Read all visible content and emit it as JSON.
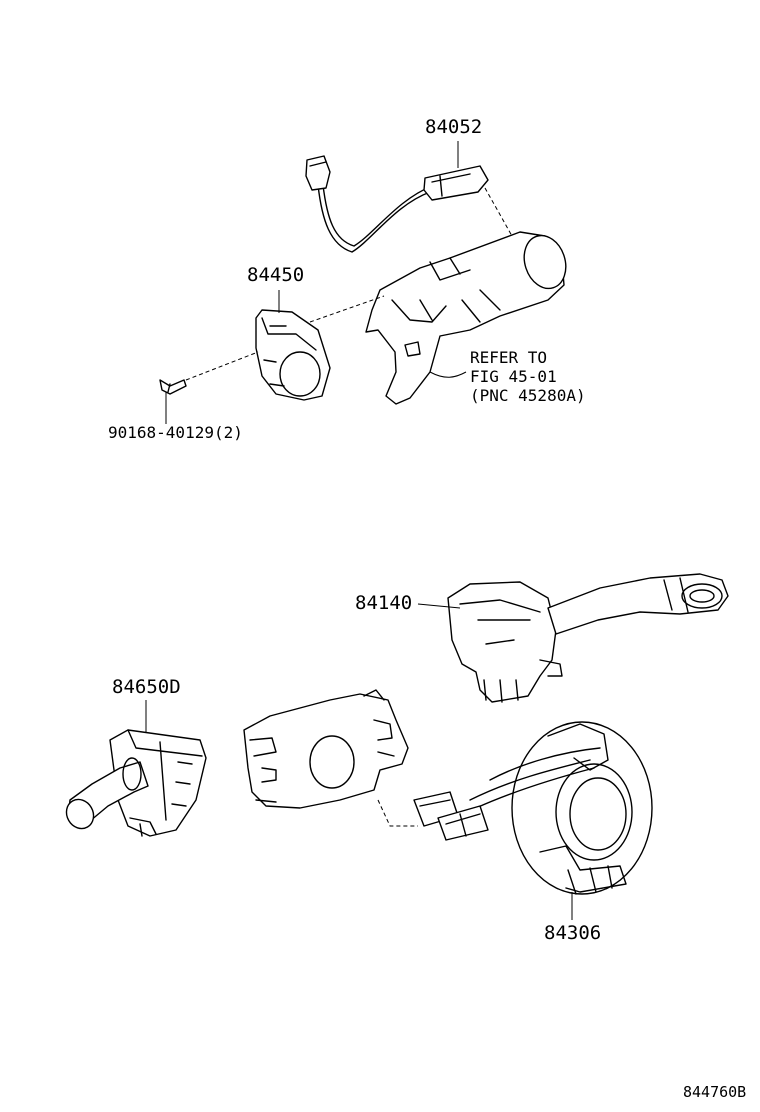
{
  "diagram": {
    "parts": [
      {
        "id": "p84052",
        "number": "84052"
      },
      {
        "id": "p84450",
        "number": "84450"
      },
      {
        "id": "p90168",
        "number": "90168-40129(2)"
      },
      {
        "id": "p84140",
        "number": "84140"
      },
      {
        "id": "p84650D",
        "number": "84650D"
      },
      {
        "id": "p84306",
        "number": "84306"
      }
    ],
    "reference_note": {
      "line1": "REFER TO",
      "line2": "FIG 45-01",
      "line3": "(PNC 45280A)"
    },
    "figure_code": "844760B"
  }
}
